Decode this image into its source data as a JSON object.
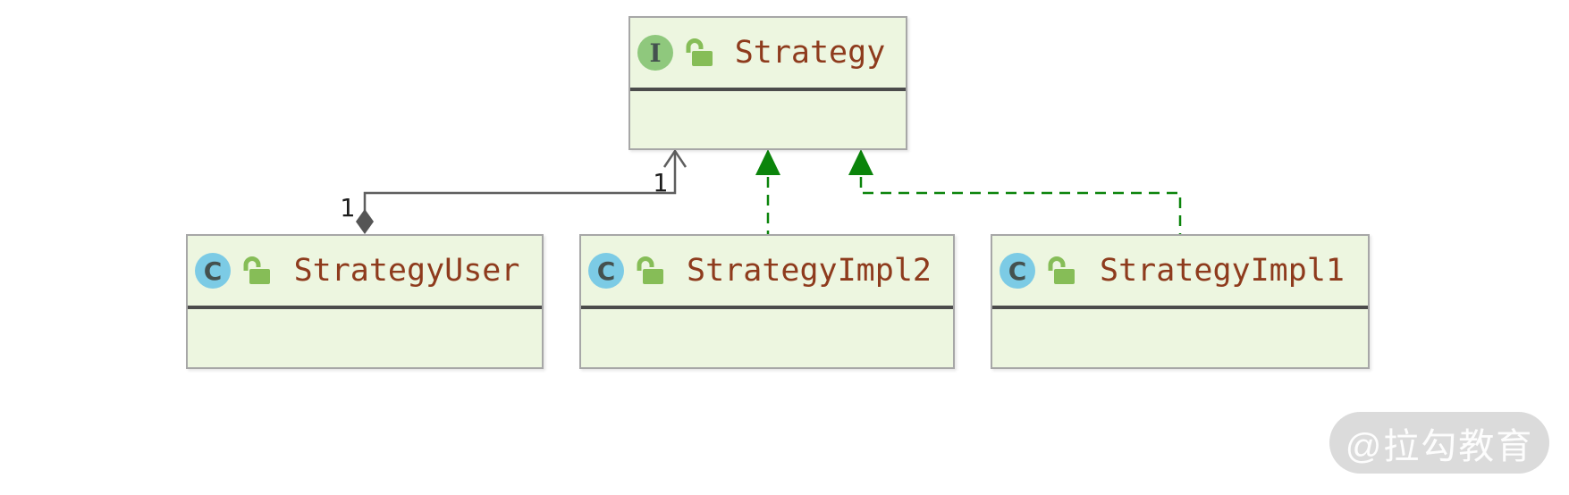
{
  "diagram": {
    "classes": [
      {
        "name": "Strategy",
        "kind": "interface",
        "badge": "I"
      },
      {
        "name": "StrategyUser",
        "kind": "class",
        "badge": "C"
      },
      {
        "name": "StrategyImpl2",
        "kind": "class",
        "badge": "C"
      },
      {
        "name": "StrategyImpl1",
        "kind": "class",
        "badge": "C"
      }
    ],
    "relationships": [
      {
        "type": "aggregation",
        "owner": "StrategyUser",
        "target": "Strategy",
        "owner_multiplicity": "1",
        "target_multiplicity": "1"
      },
      {
        "type": "realization",
        "from": "StrategyImpl2",
        "to": "Strategy"
      },
      {
        "type": "realization",
        "from": "StrategyImpl1",
        "to": "Strategy"
      }
    ]
  },
  "watermark": {
    "text": "@拉勾教育"
  },
  "colors": {
    "box_fill": "#edf6e0",
    "box_border": "#a7a7a7",
    "compartment_separator": "#4b4b4b",
    "class_name_text": "#8e3b1d",
    "interface_badge": "#8fc87d",
    "class_badge": "#7ccbe5",
    "unlock_icon": "#86bd57",
    "realization_edge": "#0b840b",
    "aggregation_edge": "#5e5e5e",
    "watermark_bg": "#dbdbdb"
  }
}
